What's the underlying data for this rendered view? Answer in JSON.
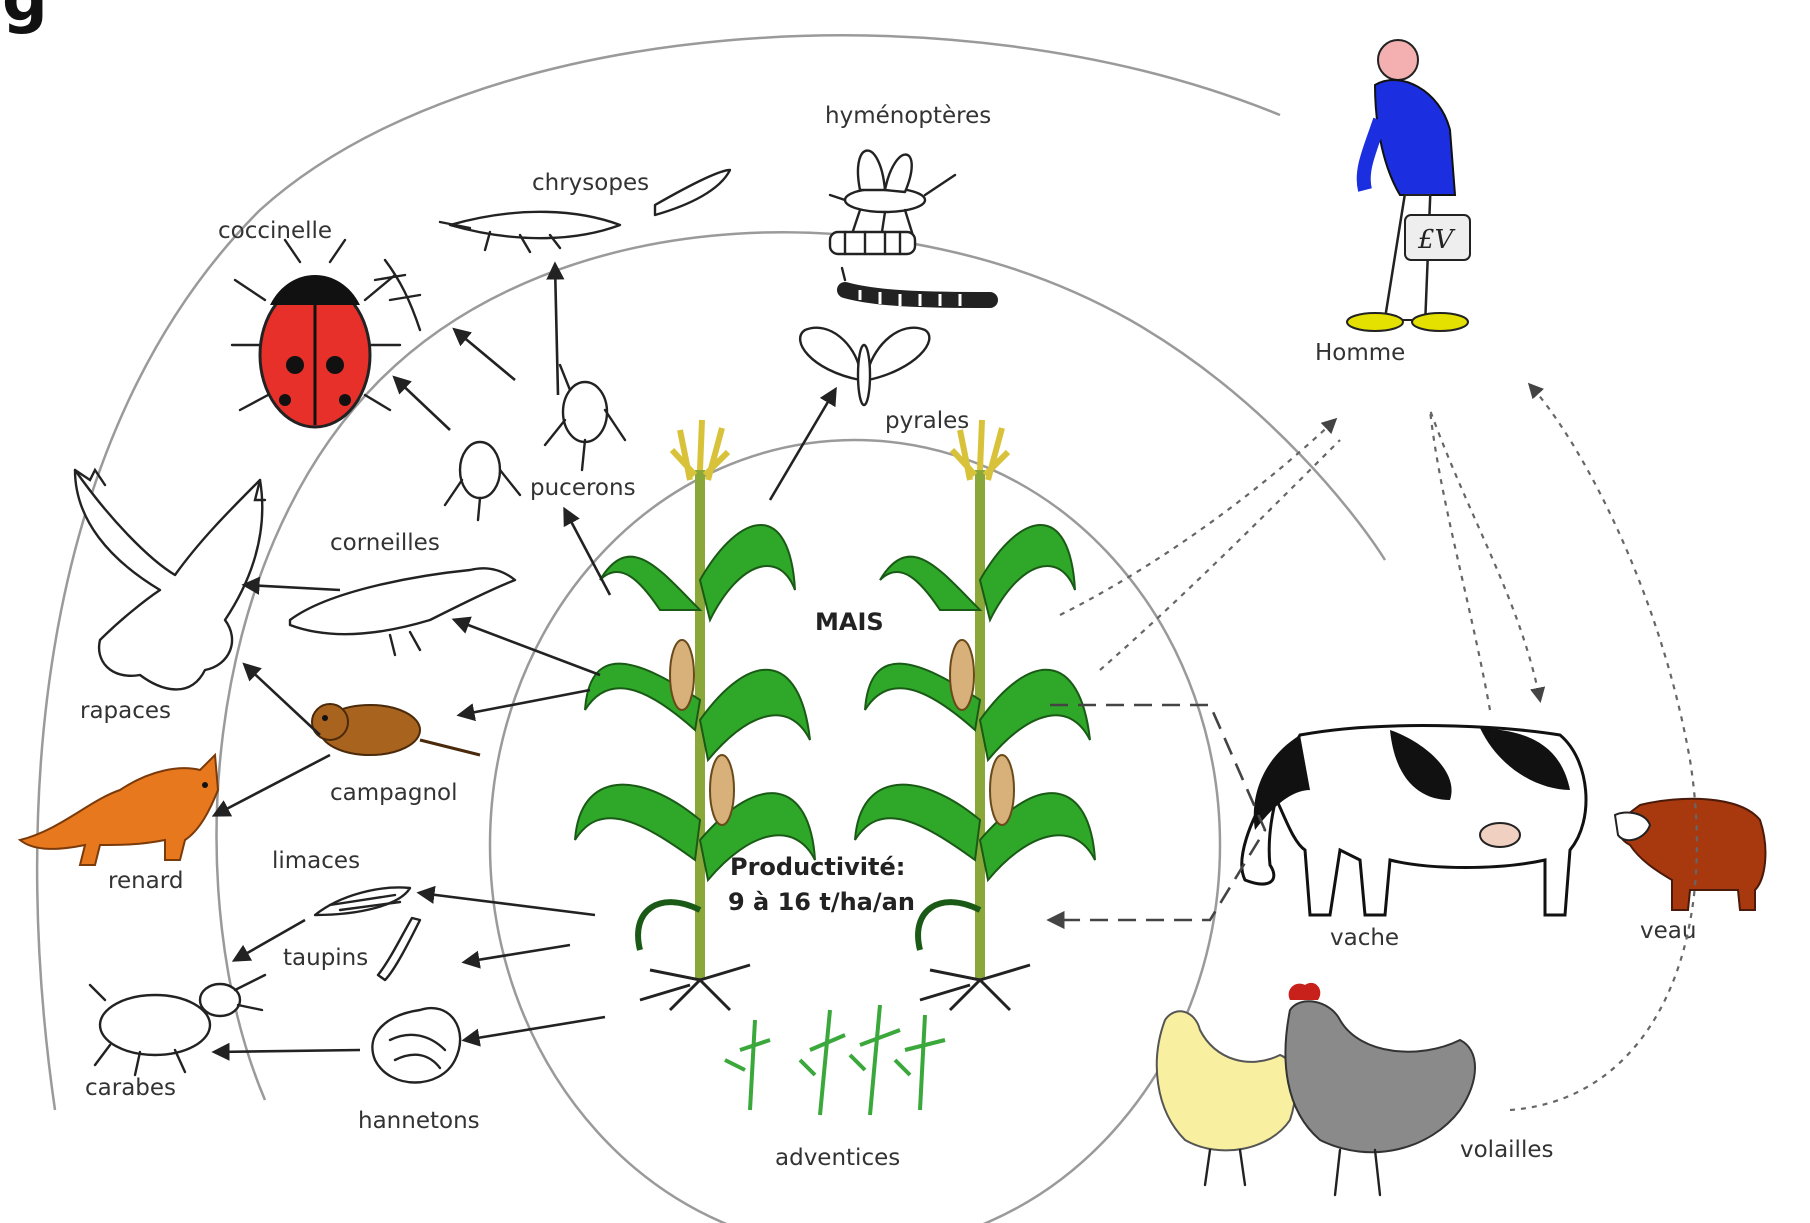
{
  "header": {
    "partial_title": "g"
  },
  "center": {
    "title": "MAIS",
    "productivity_line1": "Productivité:",
    "productivity_line2": "9 à 16 t/ha/an"
  },
  "labels": {
    "hymenopteres": "hyménoptères",
    "chrysopes": "chrysopes",
    "coccinelle": "coccinelle",
    "pyrales": "pyrales",
    "pucerons": "pucerons",
    "corneilles": "corneilles",
    "rapaces": "rapaces",
    "campagnol": "campagnol",
    "renard": "renard",
    "limaces": "limaces",
    "taupins": "taupins",
    "carabes": "carabes",
    "hannetons": "hannetons",
    "adventices": "adventices",
    "homme": "Homme",
    "vache": "vache",
    "veau": "veau",
    "volailles": "volailles"
  },
  "colors": {
    "ladybug_red": "#e8302a",
    "maize_green": "#2fa82a",
    "tassel_yellow": "#d8c23a",
    "fox_orange": "#e8781e",
    "vole_brown": "#a8641e",
    "man_blue": "#1c2fe0",
    "shoe_yellow": "#e4e000",
    "calf_brown": "#a8380e",
    "hen_light": "#f8f0a0",
    "hen_grey": "#8a8a8a",
    "comb_red": "#c8201a"
  },
  "icons": [
    "maize-plant-icon",
    "ladybug-icon",
    "fox-icon",
    "vole-icon",
    "eagle-icon",
    "crow-icon",
    "lacewing-icon",
    "aphid-icon",
    "hymenoptera-icon",
    "caterpillar-icon",
    "moth-icon",
    "slug-icon",
    "wireworm-icon",
    "grub-icon",
    "ground-beetle-icon",
    "weed-icon",
    "man-icon",
    "cow-icon",
    "calf-icon",
    "hen-icon",
    "rooster-icon"
  ]
}
